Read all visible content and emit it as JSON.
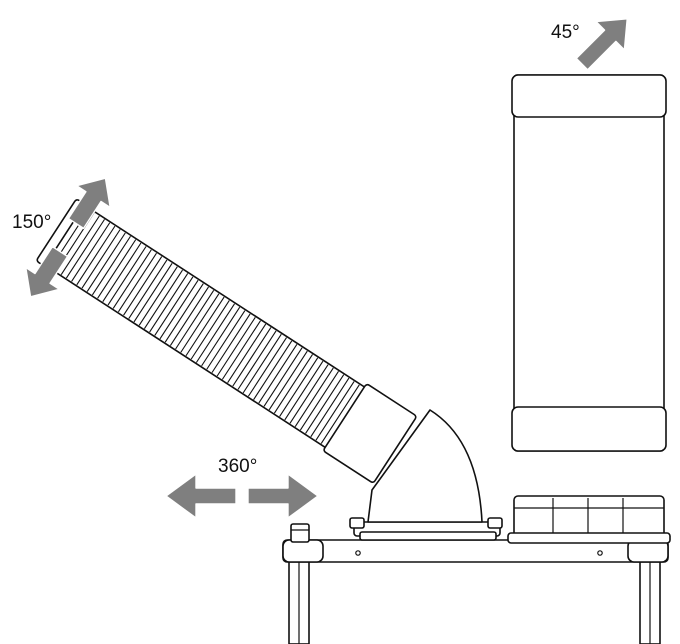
{
  "labels": {
    "vertical_tilt": "45°",
    "hose_tilt": "150°",
    "base_rotation": "360°"
  },
  "colors": {
    "arrow_fill": "#7f7f7f",
    "line": "#111111",
    "background": "#ffffff"
  },
  "icons": {
    "tilt": "double-diagonal-arrow-icon",
    "rotation": "double-horizontal-arrow-icon",
    "single": "diagonal-arrow-icon"
  }
}
